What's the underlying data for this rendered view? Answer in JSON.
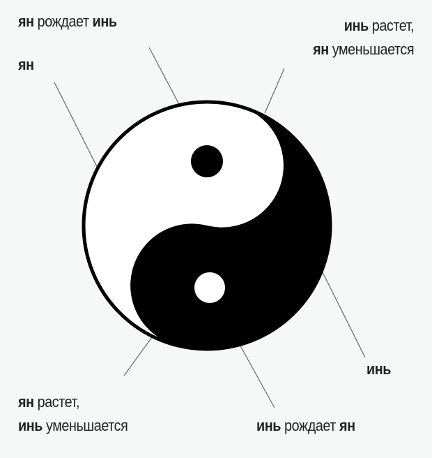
{
  "labels": {
    "yang_gives_birth_yin": {
      "bold1": "ян",
      "text": "рождает",
      "bold2": "инь"
    },
    "yang": {
      "bold": "ян"
    },
    "yin_grows": {
      "bold1": "инь",
      "text1": "растет,",
      "bold2": "ян",
      "text2": "уменьшается"
    },
    "yin": {
      "bold": "инь"
    },
    "yang_grows": {
      "bold1": "ян",
      "text1": "растет,",
      "bold2": "инь",
      "text2": "уменьшается"
    },
    "yin_gives_birth_yang": {
      "bold1": "инь",
      "text": "рождает",
      "bold2": "ян"
    }
  },
  "colors": {
    "yin": "#000000",
    "yang": "#ffffff",
    "background": "#f6f7f7",
    "line": "#555555"
  }
}
